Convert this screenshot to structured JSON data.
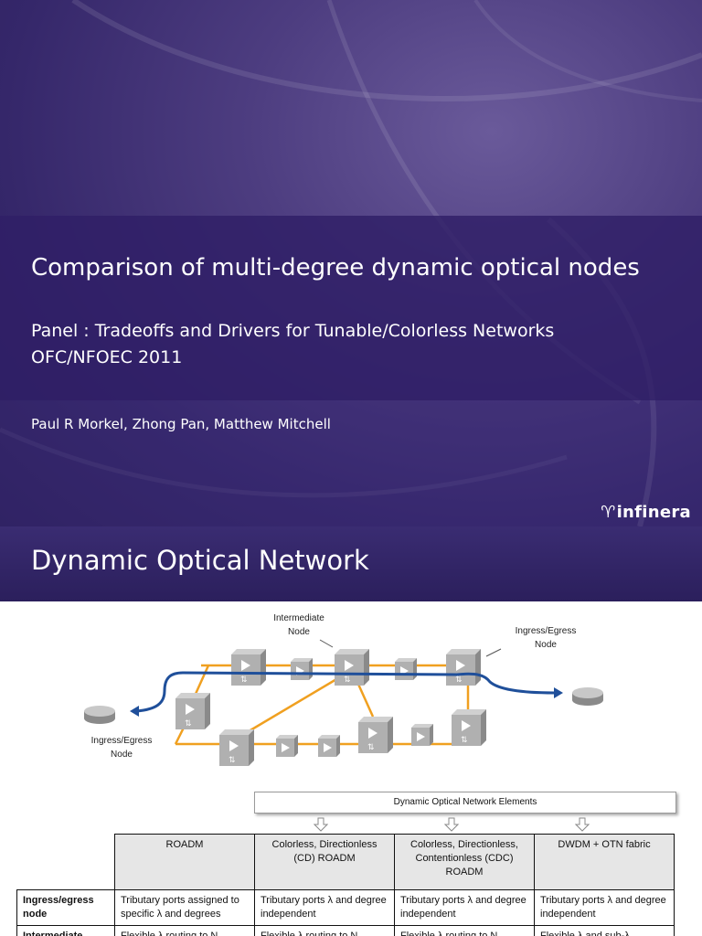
{
  "slide1": {
    "title": "Comparison of multi-degree dynamic optical nodes",
    "subtitle_line1": "Panel : Tradeoffs and Drivers for Tunable/Colorless Networks",
    "subtitle_line2": "OFC/NFOEC 2011",
    "authors": "Paul R Morkel,  Zhong Pan,  Matthew Mitchell",
    "logo": "infinera"
  },
  "slide2": {
    "title": "Dynamic Optical Network",
    "diagram": {
      "label_intermediate_1": "Intermediate",
      "label_intermediate_2": "Node",
      "label_ingress_right_1": "Ingress/Egress",
      "label_ingress_right_2": "Node",
      "label_ingress_left_1": "Ingress/Egress",
      "label_ingress_left_2": "Node"
    },
    "elements_box": "Dynamic Optical Network Elements",
    "table": {
      "headers": [
        "ROADM",
        "Colorless, Directionless (CD) ROADM",
        "Colorless, Directionless, Contentionless (CDC) ROADM",
        "DWDM + OTN fabric"
      ],
      "rows": [
        {
          "label": "Ingress/egress node",
          "cells": [
            "Tributary ports assigned to specific λ and degrees",
            "Tributary ports λ and degree independent",
            "Tributary ports λ and degree independent",
            "Tributary ports λ and degree independent"
          ]
        },
        {
          "label": "Intermediate",
          "cells": [
            "Flexible λ routing to N",
            "Flexible λ routing to N",
            "Flexible λ routing to N",
            "Flexible λ and sub-λ"
          ]
        }
      ]
    }
  }
}
